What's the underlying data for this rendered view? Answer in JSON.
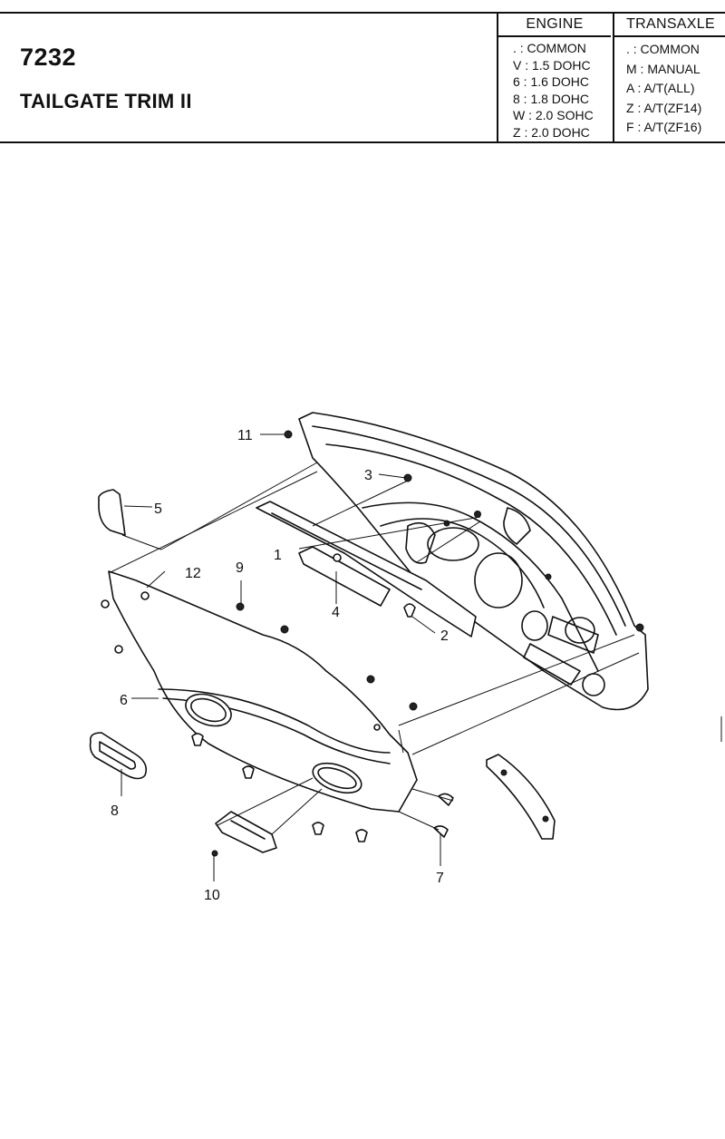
{
  "header": {
    "code": "7232",
    "title": "TAILGATE TRIM II",
    "engine": {
      "heading": "ENGINE",
      "items": [
        ". : COMMON",
        "V : 1.5 DOHC",
        "6 : 1.6 DOHC",
        "8 : 1.8 DOHC",
        "W : 2.0 SOHC",
        "Z : 2.0 DOHC"
      ]
    },
    "transaxle": {
      "heading": "TRANSAXLE",
      "items": [
        ". : COMMON",
        "M : MANUAL",
        "A : A/T(ALL)",
        "Z : A/T(ZF14)",
        "F : A/T(ZF16)"
      ]
    }
  },
  "callouts": {
    "c1": "1",
    "c2": "2",
    "c3": "3",
    "c4": "4",
    "c5": "5",
    "c6": "6",
    "c7": "7",
    "c8": "8",
    "c9": "9",
    "c10": "10",
    "c11": "11",
    "c12": "12"
  }
}
